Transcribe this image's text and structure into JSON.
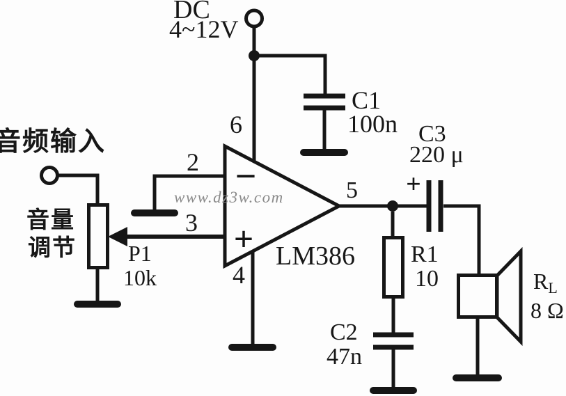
{
  "page": {
    "background": "#fdfdfd",
    "ink": "#161616"
  },
  "watermark": "www.dz3w.com",
  "power_supply": {
    "line1": "DC",
    "line2": "4~12V"
  },
  "input_label": "音频输入",
  "volume_label": {
    "line1": "音量",
    "line2": "调节"
  },
  "potentiometer": {
    "ref": "P1",
    "value": "10k"
  },
  "ic": {
    "name": "LM386",
    "pin_inverting": "2",
    "pin_noninverting": "3",
    "pin_gnd": "4",
    "pin_output": "5",
    "pin_vcc": "6",
    "inverting_symbol": "−",
    "noninverting_symbol": "+"
  },
  "c1": {
    "ref": "C1",
    "value": "100n"
  },
  "c2": {
    "ref": "C2",
    "value": "47n"
  },
  "c3": {
    "ref": "C3",
    "value": "220 μ",
    "polarity": "+"
  },
  "r1": {
    "ref": "R1",
    "value": "10"
  },
  "speaker": {
    "ref_base": "R",
    "ref_sub": "L",
    "value": "8 Ω"
  }
}
